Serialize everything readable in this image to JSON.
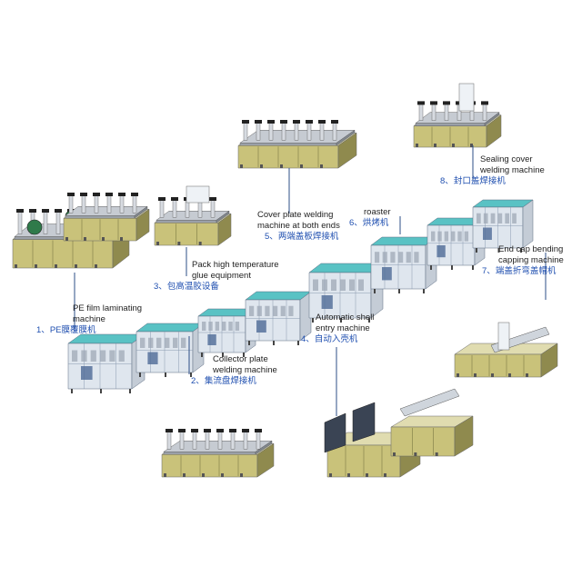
{
  "stations": [
    {
      "id": "pe-film",
      "num": "1",
      "en": [
        "PE film laminating",
        "machine"
      ],
      "cn": "PE膜覆膜机"
    },
    {
      "id": "collector-plate",
      "num": "2",
      "en": [
        "Collector plate",
        "welding machine"
      ],
      "cn": "集流盘焊接机"
    },
    {
      "id": "pack-glue",
      "num": "3",
      "en": [
        "Pack high temperature",
        "glue equipment"
      ],
      "cn": "包高温胶设备"
    },
    {
      "id": "shell-entry",
      "num": "4",
      "en": [
        "Automatic shell",
        "entry machine"
      ],
      "cn": "自动入壳机"
    },
    {
      "id": "cover-plate",
      "num": "5",
      "en": [
        "Cover plate welding",
        "machine at both ends"
      ],
      "cn": "两端盖板焊接机"
    },
    {
      "id": "roaster",
      "num": "6",
      "en": [
        "roaster"
      ],
      "cn": "烘烤机"
    },
    {
      "id": "end-cap",
      "num": "7",
      "en": [
        "End cap bending",
        "capping machine"
      ],
      "cn": "端盖折弯盖帽机"
    },
    {
      "id": "sealing-cover",
      "num": "8",
      "en": [
        "Sealing cover",
        "welding machine"
      ],
      "cn": "封口盖焊接机"
    }
  ],
  "colors": {
    "cabinet": "#c9c27a",
    "cabinet_dark": "#8f8a4e",
    "frame": "#b8bcc4",
    "cover": "#dfe6ee",
    "accent": "#59c2c4",
    "line": "#2d4f87",
    "text_cn": "#1f4fb0"
  }
}
